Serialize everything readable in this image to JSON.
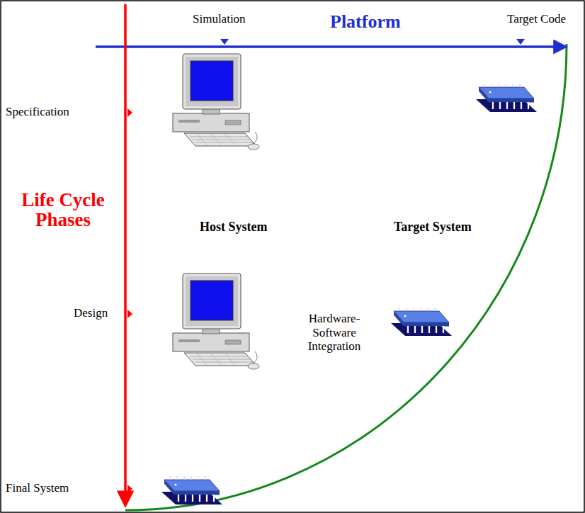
{
  "diagram": {
    "labels": [
      "Simulation",
      "Platform",
      "Target Code",
      "Specification",
      "Life Cycle Phases",
      "Host System",
      "Target System",
      "Design",
      "Hardware- Software Integration",
      "Final System"
    ]
  }
}
